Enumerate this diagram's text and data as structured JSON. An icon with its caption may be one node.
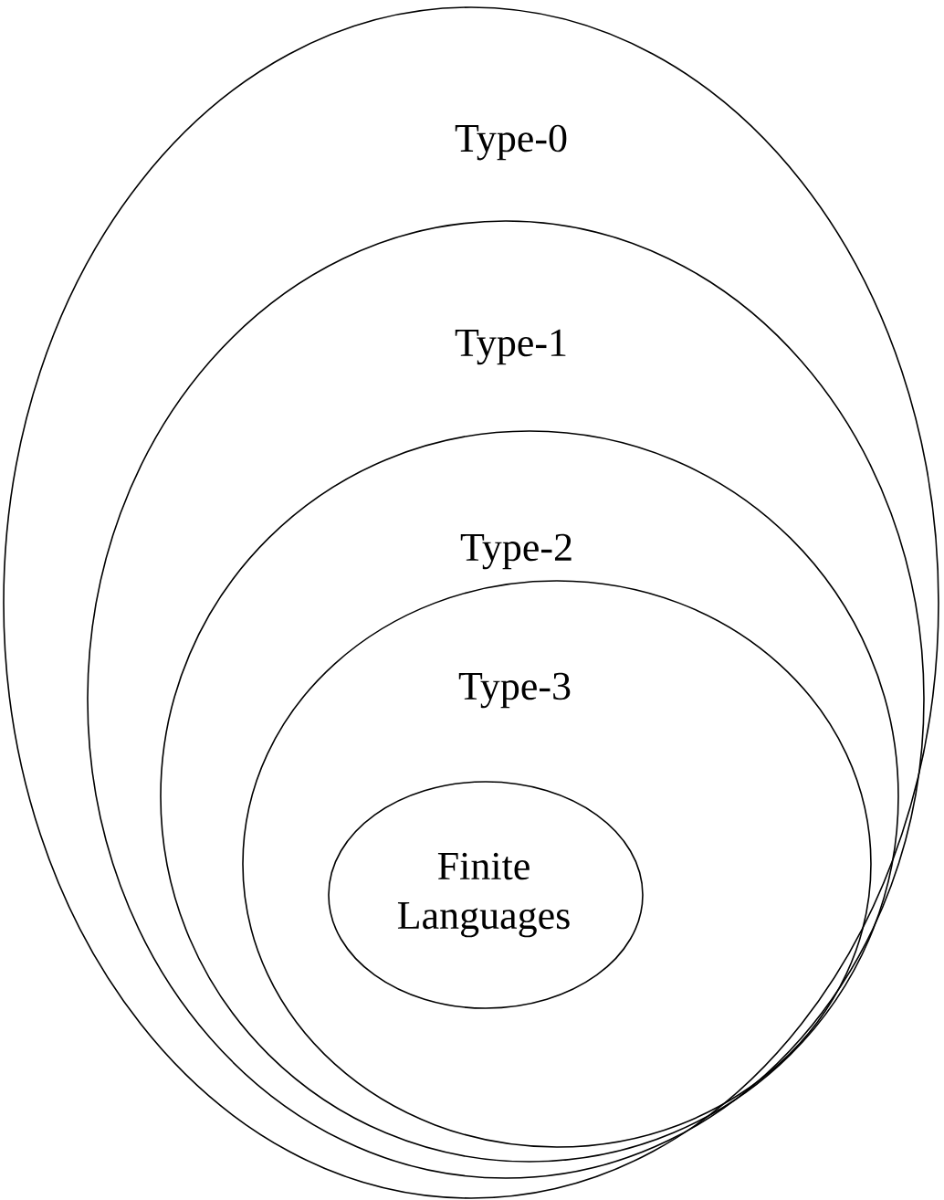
{
  "diagram": {
    "nodes": [
      {
        "text": [
          "Type-0"
        ]
      },
      {
        "text": [
          "Type-1"
        ],
        "in": 0
      },
      {
        "text": [
          "Type-2"
        ],
        "in": 1
      },
      {
        "text": [
          "Type-3"
        ],
        "in": 2
      },
      {
        "text": [
          "Finite Languages"
        ],
        "in": 3
      }
    ]
  }
}
